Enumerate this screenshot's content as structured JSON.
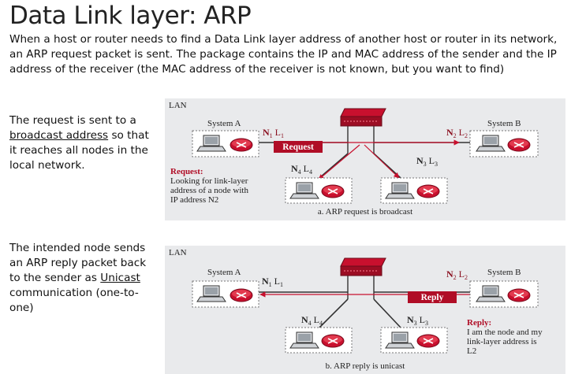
{
  "title": "Data Link layer: ARP",
  "intro": "When a host or router needs to find a Data Link layer address of another host or router in its network, an ARP request packet is sent. The package contains the IP and MAC address of the sender and the IP address of the receiver (the MAC address of the receiver is not known, but you want to find)",
  "side1": {
    "before": "The request is sent to a ",
    "link": "broadcast address",
    "after": " so that it reaches all nodes in the local network."
  },
  "side2": {
    "before": "The intended node sends an ARP reply packet back to the sender as ",
    "link": "Unicast",
    "after": " communication (one-to-one)"
  },
  "diagram_a": {
    "lan": "LAN",
    "system_a": "System A",
    "system_b": "System B",
    "n1": "N",
    "n1_sub": "1",
    "l1": " L",
    "l1_sub": "1",
    "n2": "N",
    "n2_sub": "2",
    "l2": " L",
    "l2_sub": "2",
    "n4": "N",
    "n4_sub": "4",
    "l4": " L",
    "l4_sub": "4",
    "n3": "N",
    "n3_sub": "3",
    "l3": " L",
    "l3_sub": "3",
    "packet": "Request",
    "note_title": "Request:",
    "note_line1": "Looking for link-layer",
    "note_line2": "address of a node with",
    "note_line3": "IP address N2",
    "caption": "a. ARP request is broadcast"
  },
  "diagram_b": {
    "lan": "LAN",
    "system_a": "System A",
    "system_b": "System B",
    "n1": "N",
    "n1_sub": "1",
    "l1": " L",
    "l1_sub": "1",
    "n2": "N",
    "n2_sub": "2",
    "l2": " L",
    "l2_sub": "2",
    "n4": "N",
    "n4_sub": "4",
    "l4": " L",
    "l4_sub": "4",
    "n3": "N",
    "n3_sub": "3",
    "l3": " L",
    "l3_sub": "3",
    "packet": "Reply",
    "note_title": "Reply:",
    "note_line1": "I am the node and my",
    "note_line2": "link-layer address is",
    "note_line3": "L2",
    "caption": "b. ARP reply is unicast"
  },
  "colors": {
    "panel": "#e9eaec",
    "accent": "#c8102e",
    "line": "#555555"
  }
}
